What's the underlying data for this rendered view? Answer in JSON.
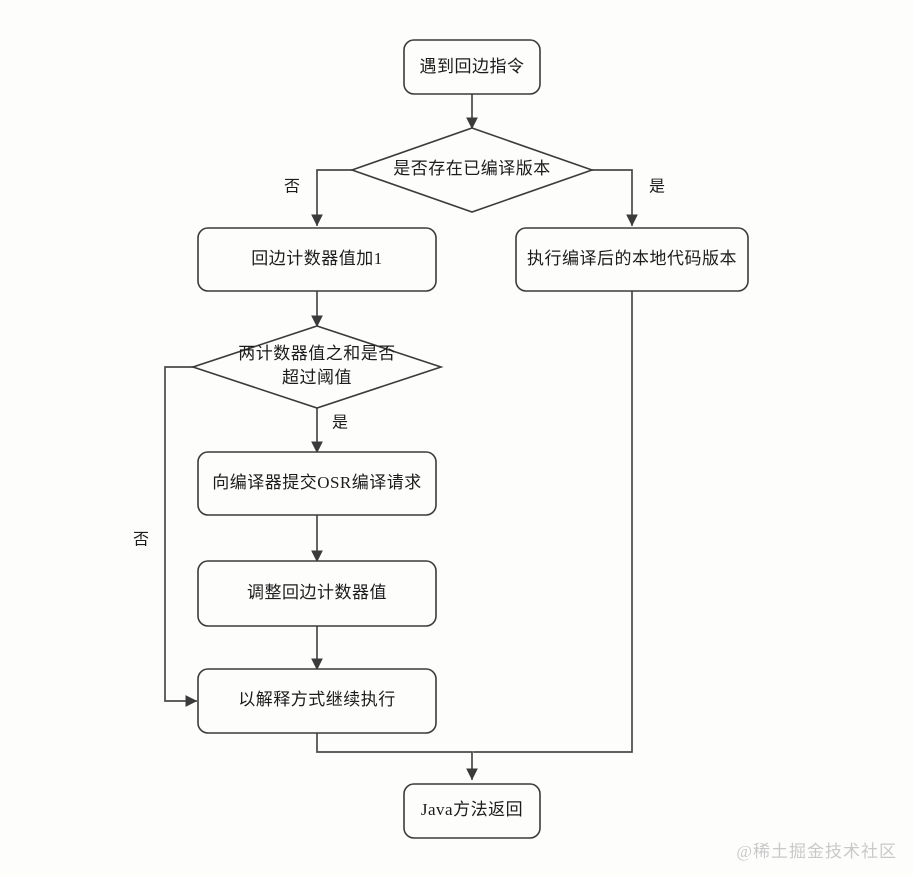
{
  "diagram": {
    "type": "flowchart",
    "title_text": "",
    "background_color": "#fdfdfc",
    "line_color": "#4a4a4a",
    "text_color": "#1c1c1c",
    "nodes": [
      {
        "id": "start",
        "shape": "rounded-rect",
        "label": "遇到回边指令"
      },
      {
        "id": "has_compiled",
        "shape": "diamond",
        "label": "是否存在已编译版本"
      },
      {
        "id": "inc_counter",
        "shape": "rounded-rect",
        "label": "回边计数器值加1"
      },
      {
        "id": "run_native",
        "shape": "rounded-rect",
        "label": "执行编译后的本地代码版本"
      },
      {
        "id": "over_thresh",
        "shape": "diamond",
        "label_line1": "两计数器值之和是否",
        "label_line2": "超过阈值"
      },
      {
        "id": "submit_osr",
        "shape": "rounded-rect",
        "label": "向编译器提交OSR编译请求"
      },
      {
        "id": "adjust_ctr",
        "shape": "rounded-rect",
        "label": "调整回边计数器值"
      },
      {
        "id": "interpret",
        "shape": "rounded-rect",
        "label": "以解释方式继续执行"
      },
      {
        "id": "java_return",
        "shape": "rounded-rect",
        "label": "Java方法返回"
      }
    ],
    "edge_labels": {
      "has_compiled_no": "否",
      "has_compiled_yes": "是",
      "over_thresh_yes": "是",
      "over_thresh_no": "否"
    }
  },
  "watermark": {
    "text": "@稀土掘金技术社区"
  }
}
